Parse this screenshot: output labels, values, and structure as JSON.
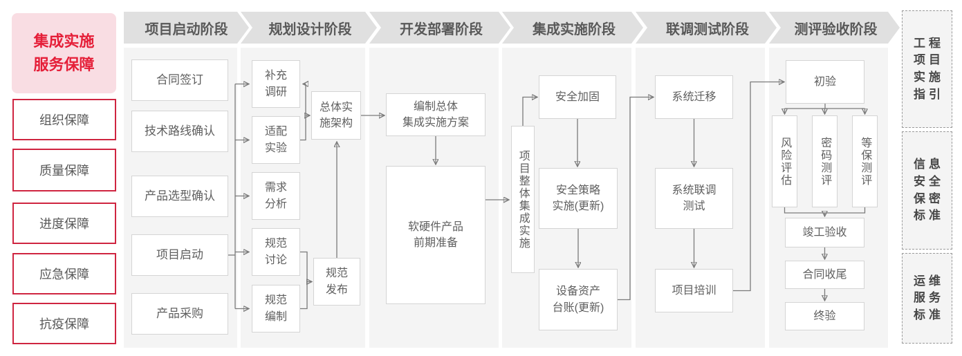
{
  "palette": {
    "accent_red": "#e51e38",
    "sidebar_pink_bg": "#f9dde3",
    "sidebar_border_red": "#cf2440",
    "banner_gray": "#e0e0e0",
    "panel_gray": "#f4f4f4",
    "node_border": "#d4d4d4",
    "text_gray": "#595959",
    "line_gray": "#7a7a7a"
  },
  "sidebar": {
    "title": "集成实施\n服务保障",
    "items": [
      {
        "label": "组织保障"
      },
      {
        "label": "质量保障"
      },
      {
        "label": "进度保障"
      },
      {
        "label": "应急保障"
      },
      {
        "label": "抗疫保障"
      }
    ]
  },
  "phases": [
    {
      "label": "项目启动阶段"
    },
    {
      "label": "规划设计阶段"
    },
    {
      "label": "开发部署阶段"
    },
    {
      "label": "集成实施阶段"
    },
    {
      "label": "联调测试阶段"
    },
    {
      "label": "测评验收阶段"
    }
  ],
  "nodes": {
    "contract": "合同签订",
    "tech_route": "技术路线确认",
    "product_select": "产品选型确认",
    "kickoff": "项目启动",
    "procure": "产品采购",
    "supplement": "补充\n调研",
    "adapt": "适配\n实验",
    "demand": "需求\n分析",
    "spec_discuss": "规范\n讨论",
    "spec_draft": "规范\n编制",
    "arch": "总体实\n施架构",
    "spec_release": "规范\n发布",
    "plan": "编制总体\n集成实施方案",
    "prep": "软硬件产品\n前期准备",
    "integration": "项目整体集成实施",
    "hardening": "安全加固",
    "policy": "安全策略\n实施(更新)",
    "assets": "设备资产\n台账(更新)",
    "migration": "系统迁移",
    "joint_test": "系统联调\n测试",
    "training": "项目培训",
    "initial_accept": "初验",
    "risk": "风险评估",
    "crypto": "密码测评",
    "dengbao": "等保测评",
    "completion": "竣工验收",
    "contract_close": "合同收尾",
    "final_accept": "终验"
  },
  "standards": [
    {
      "label": "工程\n项目\n实施\n指引"
    },
    {
      "label": "信息\n安全\n保密\n标准"
    },
    {
      "label": "运维\n服务\n标准"
    }
  ]
}
